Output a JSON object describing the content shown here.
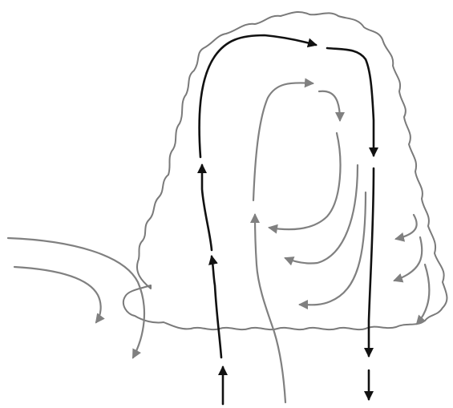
{
  "diagram": {
    "title": "",
    "description_visible_text": "",
    "colors": {
      "background": "#ffffff",
      "cloud_outline": "#7a7a7a",
      "main_flow": "#111111",
      "secondary_flow": "#808080"
    },
    "elements": {
      "cloud": "cloud-outline",
      "main_circulation": "updraft-downdraft-loop",
      "inner_circulation": "inner-eddy-loops",
      "inflow": "left-inflow-streams",
      "outflow": "right-edge-outflow-arrows"
    }
  }
}
